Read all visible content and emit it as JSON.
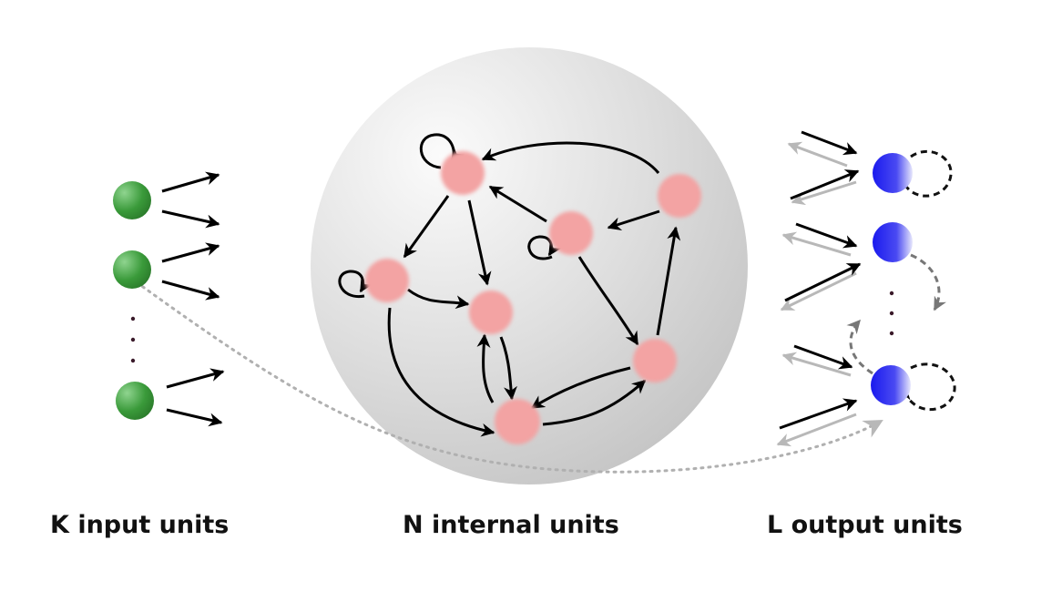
{
  "labels": {
    "input": "K input units",
    "internal": "N internal units",
    "output": "L output units"
  },
  "colors": {
    "input_unit": "#3a9a3a",
    "internal_unit": "#f4a0a0",
    "output_unit": "#1a1aee",
    "reservoir": "#d0d0d0",
    "arrow": "#000000",
    "feedback_arrow": "#b8b8b8",
    "dotted_connection": "#b0b0b0"
  }
}
